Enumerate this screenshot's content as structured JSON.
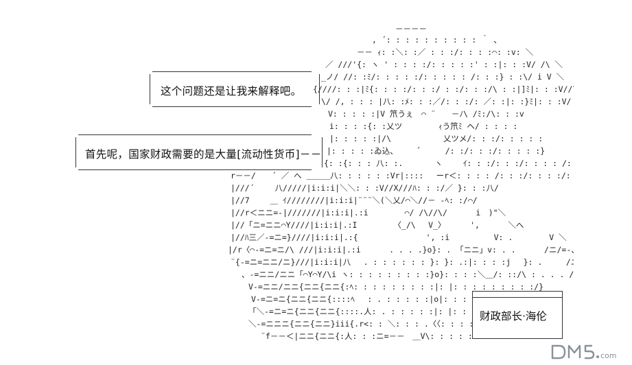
{
  "bubbles": [
    {
      "text": "这个问题还是让我来解释吧。"
    },
    {
      "text": "首先呢，国家财政需要的是大量[流动性货币]－－"
    }
  ],
  "name_box": {
    "text": "财政部长·海伦"
  },
  "watermark": {
    "text": "DM5.com"
  },
  "icons": {
    "figure": "ascii-art-character"
  }
}
